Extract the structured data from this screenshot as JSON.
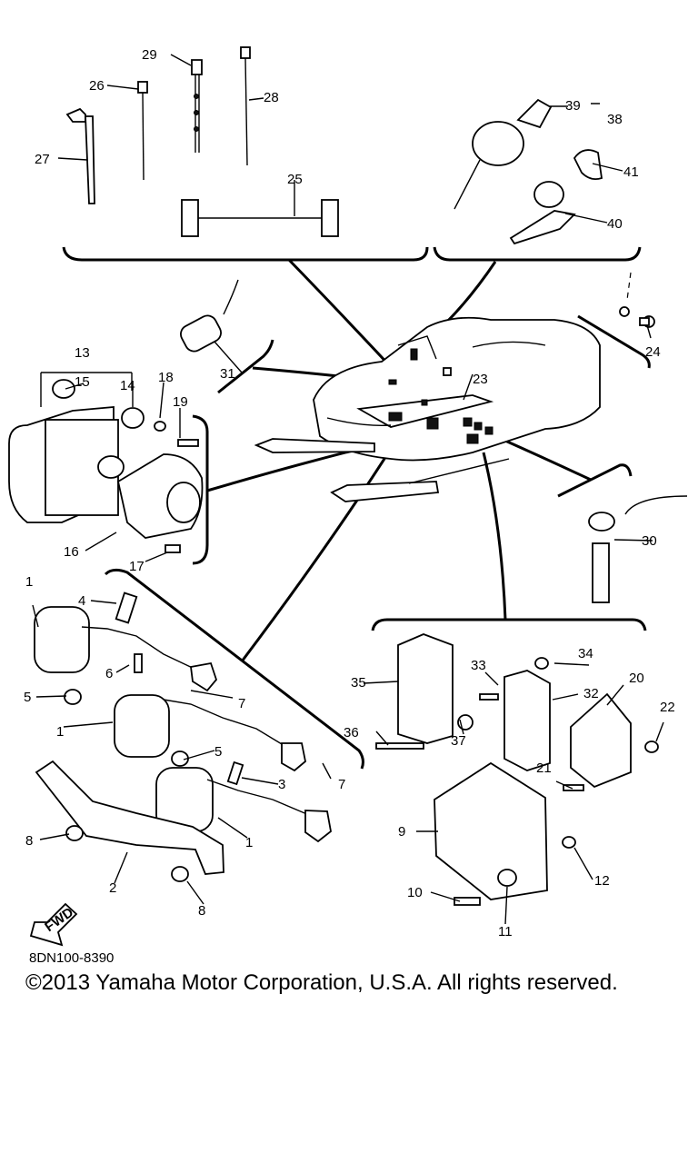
{
  "diagram": {
    "labels": {
      "p1a": "1",
      "p1b": "1",
      "p1c": "1",
      "p2": "2",
      "p3": "3",
      "p4": "4",
      "p5a": "5",
      "p5b": "5",
      "p6": "6",
      "p7a": "7",
      "p7b": "7",
      "p8a": "8",
      "p8b": "8",
      "p9": "9",
      "p10": "10",
      "p11": "11",
      "p12": "12",
      "p13": "13",
      "p14": "14",
      "p15": "15",
      "p16": "16",
      "p17": "17",
      "p18": "18",
      "p19": "19",
      "p20": "20",
      "p21": "21",
      "p22": "22",
      "p23": "23",
      "p24": "24",
      "p25": "25",
      "p26": "26",
      "p27": "27",
      "p28": "28",
      "p29": "29",
      "p30": "30",
      "p31": "31",
      "p32": "32",
      "p33": "33",
      "p34": "34",
      "p35": "35",
      "p36": "36",
      "p37": "37",
      "p38": "38",
      "p39": "39",
      "p40": "40",
      "p41": "41"
    },
    "fwd_label": "FWD"
  },
  "footer": {
    "code": "8DN100-8390",
    "copyright": "©2013 Yamaha Motor Corporation, U.S.A. All rights reserved."
  }
}
